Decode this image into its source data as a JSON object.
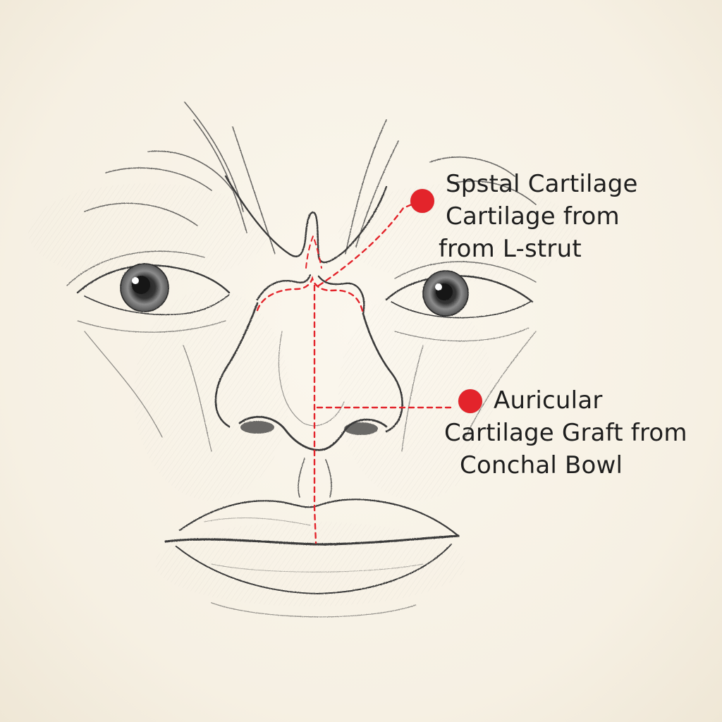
{
  "colors": {
    "accent": "#e3242b",
    "pencil": "#3a3a3a",
    "paper": "#f7f2e6"
  },
  "annotations": [
    {
      "id": "septal",
      "lines": [
        "Spstal Cartilage",
        "Cartilage from",
        "from L-strut"
      ]
    },
    {
      "id": "auricular",
      "lines": [
        "Auricular",
        "Cartilage Graft from",
        "Conchal Bowl"
      ]
    }
  ]
}
